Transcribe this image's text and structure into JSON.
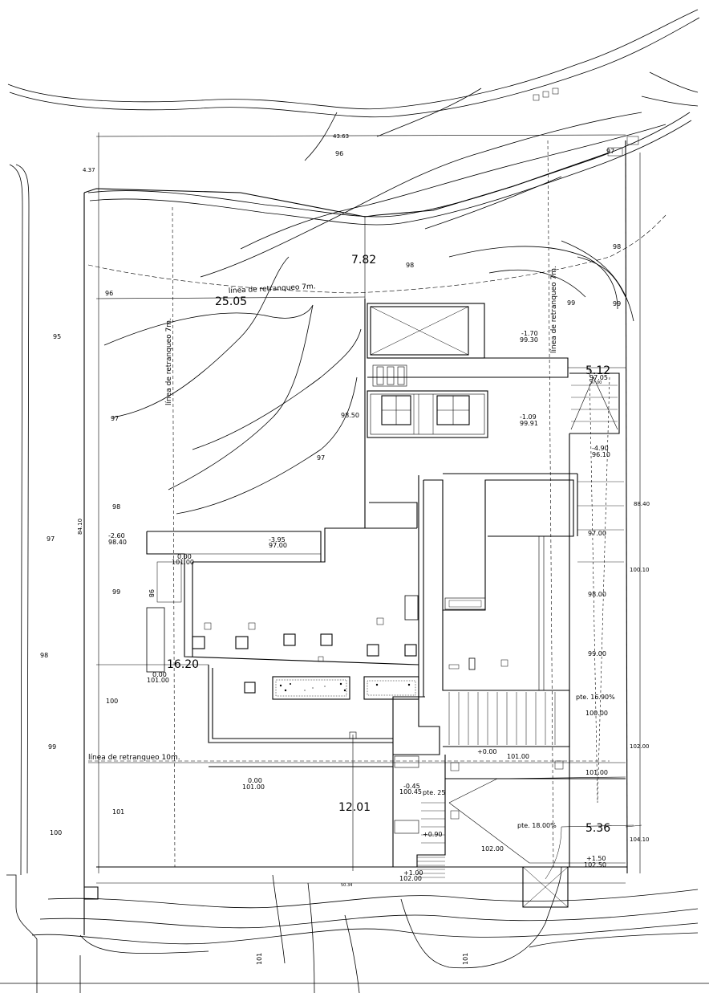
{
  "setback_labels": {
    "top": "línea de retranqueo 7m.",
    "left": "línea de retranqueo 7m.",
    "right": "línea de retranqueo 7m.",
    "bottom": "línea de retranqueo 10m."
  },
  "dimensions": {
    "top_width": "43.63",
    "top_offset": "4.37",
    "setback_top": "7.82",
    "setback_left": "25.05",
    "left_height": "84.10",
    "mid_width": "16.20",
    "bottom_depth": "12.01",
    "bottom_width": "50.34",
    "right_height": "88.40",
    "right_top_gap": "5.12",
    "right_bottom_gap": "5.36",
    "right_tick_top": "100.10",
    "right_tick_mid": "102.00",
    "right_tick_bottom": "104.10"
  },
  "terrain_contours": [
    {
      "label": "96"
    },
    {
      "label": "96"
    },
    {
      "label": "97"
    },
    {
      "label": "98"
    },
    {
      "label": "98"
    },
    {
      "label": "99"
    },
    {
      "label": "99"
    },
    {
      "label": "95"
    },
    {
      "label": "97"
    },
    {
      "label": "98"
    },
    {
      "label": "97"
    },
    {
      "label": "99"
    },
    {
      "label": "98"
    },
    {
      "label": "100"
    },
    {
      "label": "99"
    },
    {
      "label": "101"
    },
    {
      "label": "100"
    },
    {
      "label": "101"
    },
    {
      "label": "101"
    },
    {
      "label": "97"
    },
    {
      "label": "98"
    }
  ],
  "levels": [
    {
      "label": "98.50"
    },
    {
      "label": "97.00"
    },
    {
      "label": "98.00"
    },
    {
      "label": "99.00"
    },
    {
      "label": "100.00"
    },
    {
      "label": "101.00"
    },
    {
      "label": "102.00"
    },
    {
      "label": "97.00"
    },
    {
      "label": "98.40"
    },
    {
      "label": "-2.60"
    },
    {
      "label": "0.00"
    },
    {
      "label": "101.00"
    },
    {
      "label": "0.00"
    },
    {
      "label": "101.00"
    },
    {
      "label": "0.00"
    },
    {
      "label": "101.00"
    },
    {
      "label": "-0.45"
    },
    {
      "label": "100.45"
    },
    {
      "label": "+1.00"
    },
    {
      "label": "102.00"
    },
    {
      "label": "+0.00"
    },
    {
      "label": "101.00"
    },
    {
      "label": "+1.50"
    },
    {
      "label": "102.50"
    },
    {
      "label": "-1.70"
    },
    {
      "label": "99.30"
    },
    {
      "label": "-1.09"
    },
    {
      "label": "99.91"
    },
    {
      "label": "-4.90"
    },
    {
      "label": "96.10"
    },
    {
      "label": "-3.95"
    },
    {
      "label": "97.05"
    },
    {
      "label": "97.00"
    },
    {
      "label": "+0.90"
    }
  ],
  "slopes": [
    {
      "label": "pte. 16.90%"
    },
    {
      "label": "pte. 18.00%"
    },
    {
      "label": "pte. 25"
    }
  ]
}
